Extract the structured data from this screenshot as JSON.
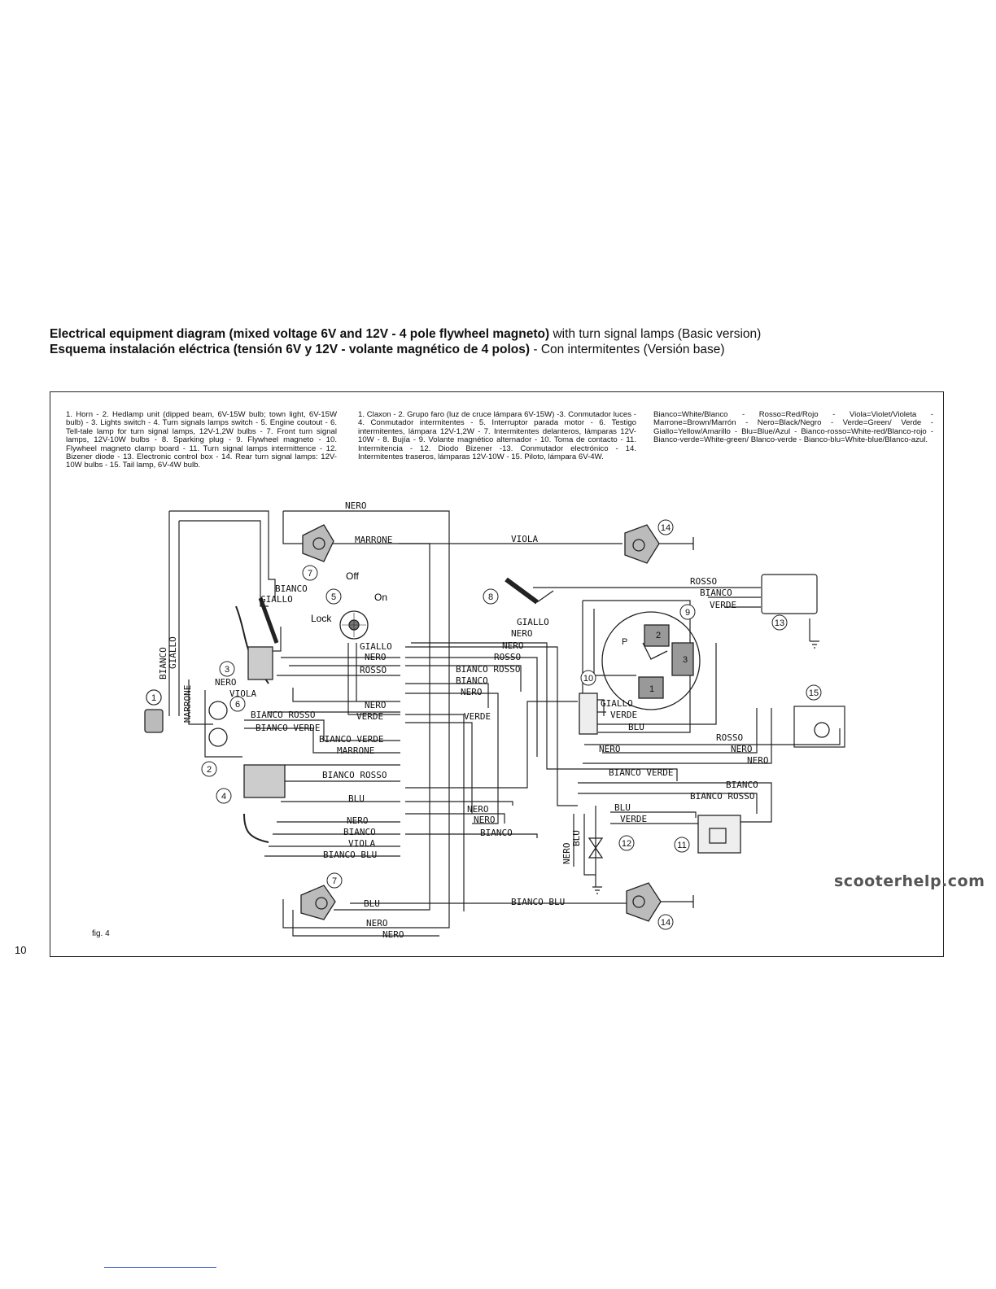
{
  "page_number": "10",
  "title": {
    "en_bold": "Electrical equipment diagram (mixed voltage 6V and 12V - 4 pole flywheel magneto)",
    "en_rest": " with turn signal lamps (Basic version)",
    "es_bold": "Esquema instalación eléctrica (tensión 6V y 12V - volante magnético de 4 polos)",
    "es_rest": " - Con intermitentes (Versión base)"
  },
  "legend": {
    "english": "1. Horn - 2. Hedlamp unit (dipped beam, 6V-15W bulb; town light, 6V-15W bulb) - 3. Lights switch - 4. Turn signals lamps switch - 5. Engine coutout - 6. Tell-tale lamp for turn signal lamps, 12V-1,2W bulbs - 7. Front turn signal lamps, 12V-10W bulbs - 8. Sparking plug - 9. Flywheel magneto - 10. Flywheel magneto clamp board - 11. Turn signal lamps intermittence - 12. Bizener diode - 13. Electronic control box - 14. Rear turn signal lamps: 12V-10W bulbs - 15. Tail lamp, 6V-4W bulb.",
    "spanish": "1. Claxon - 2. Grupo faro (luz de cruce lámpara 6V-15W) -3. Conmutador luces - 4. Conmutador intermitentes - 5. Interruptor parada motor - 6. Testigo intermitentes, lámpara 12V-1,2W - 7. Intermitentes delanteros, lámparas 12V-10W - 8. Bujía - 9. Volante magnético alternador - 10. Toma de contacto - 11. Intermitencia - 12. Diodo Bizener -13. Conmutador electrónico - 14. Intermitentes traseros, lámparas 12V-10W - 15. Piloto, lámpara 6V-4W.",
    "colors": "Bianco=White/Blanco - Rosso=Red/Rojo - Viola=Violet/Violeta - Marrone=Brown/Marrón - Nero=Black/Negro - Verde=Green/ Verde - Giallo=Yellow/Amarillo - Blu=Blue/Azul - Bianco-rosso=White-red/Blanco-rojo - Bianco-verde=White-green/ Blanco-verde - Bianco-blu=White-blue/Blanco-azul."
  },
  "switch_labels": {
    "off": "Off",
    "on": "On",
    "lock": "Lock"
  },
  "figure_label": "fig. 4",
  "watermark": "scooterhelp.com",
  "wires": {
    "nero": "NERO",
    "marrone": "MARRONE",
    "viola": "VIOLA",
    "bianco": "BIANCO",
    "giallo": "GIALLO",
    "rosso": "ROSSO",
    "verde": "VERDE",
    "blu": "BLU",
    "bianco_rosso": "BIANCO ROSSO",
    "bianco_verde": "BIANCO VERDE",
    "bianco_blu": "BIANCO BLU"
  },
  "components": [
    "1",
    "2",
    "3",
    "4",
    "5",
    "6",
    "7",
    "8",
    "9",
    "10",
    "11",
    "12",
    "13",
    "14",
    "15"
  ],
  "stator_coils": [
    "1",
    "2",
    "3"
  ],
  "magneto_pickup": "P"
}
